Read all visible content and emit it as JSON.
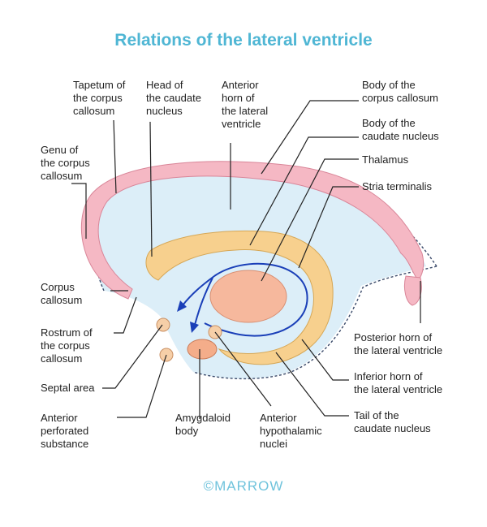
{
  "title": "Relations of the lateral ventricle",
  "colors": {
    "title": "#4fb6d4",
    "ventricle_fill": "#dceef8",
    "corpus_callosum": "#f5b8c4",
    "caudate": "#f7d08e",
    "thalamus": "#f6b89d",
    "stria_arrows": "#1a3fb8",
    "brand": "#6fc3dc"
  },
  "labels": {
    "tapetum": "Tapetum of\nthe corpus\ncallosum",
    "head_caudate": "Head of\nthe caudate\nnucleus",
    "anterior_horn": "Anterior\nhorn of\nthe lateral\nventricle",
    "body_cc": "Body of the\ncorpus callosum",
    "body_caudate": "Body of the\ncaudate nucleus",
    "thalamus": "Thalamus",
    "stria": "Stria terminalis",
    "genu": "Genu of\nthe corpus\ncallosum",
    "corpus_callosum": "Corpus\ncallosum",
    "rostrum": "Rostrum of\nthe corpus\ncallosum",
    "septal": "Septal area",
    "ant_perforated": "Anterior\nperforated\nsubstance",
    "amygdaloid": "Amygdaloid\nbody",
    "ant_hypothalamic": "Anterior\nhypothalamic\nnuclei",
    "posterior_horn": "Posterior horn of\nthe lateral ventricle",
    "inferior_horn": "Inferior horn of\nthe lateral ventricle",
    "tail_caudate": "Tail of the\ncaudate nucleus"
  },
  "brand": "©MARROW"
}
